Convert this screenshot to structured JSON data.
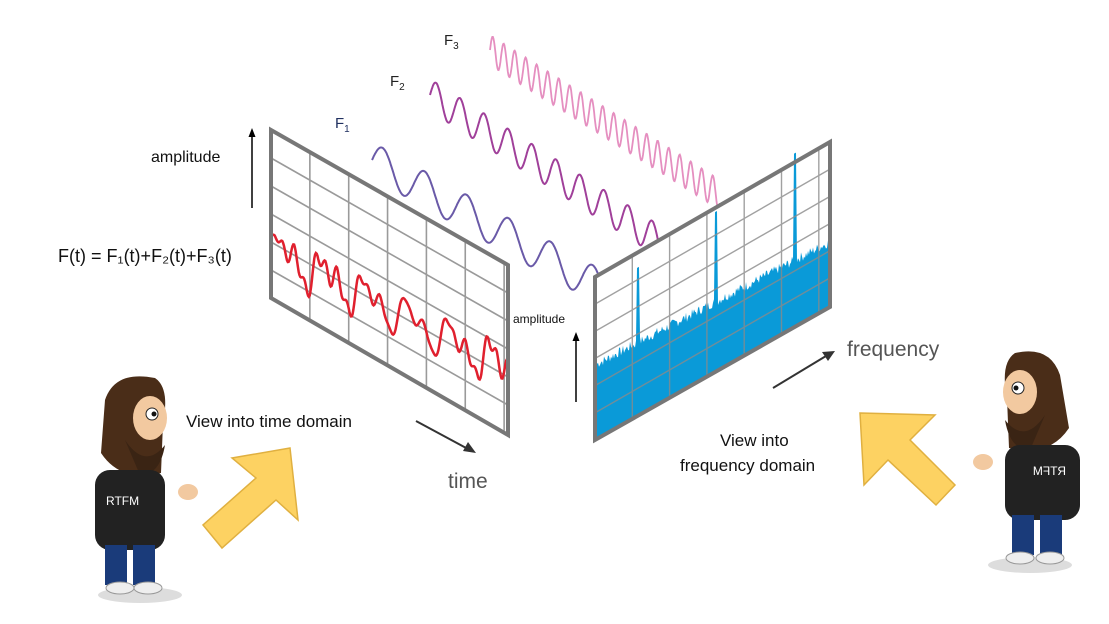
{
  "labels": {
    "f1": "F",
    "f1_sub": "1",
    "f2": "F",
    "f2_sub": "2",
    "f3": "F",
    "f3_sub": "3",
    "amplitude_time": "amplitude",
    "amplitude_freq": "amplitude",
    "formula": "F(t) = F₁(t)+F₂(t)+F₃(t)",
    "time": "time",
    "frequency": "frequency",
    "view_time": "View into time domain",
    "view_freq_line1": "View into",
    "view_freq_line2": "frequency domain",
    "shirt_left": "RTFM",
    "shirt_right": "RTFM"
  },
  "colors": {
    "time_signal": "#e0202e",
    "f1_wave": "#6a5aa8",
    "f2_wave": "#a0409a",
    "f3_wave": "#e58fc0",
    "spectrum": "#0a9ad8",
    "panel_frame": "#777777",
    "pointer_arrow": "#fdd262"
  }
}
